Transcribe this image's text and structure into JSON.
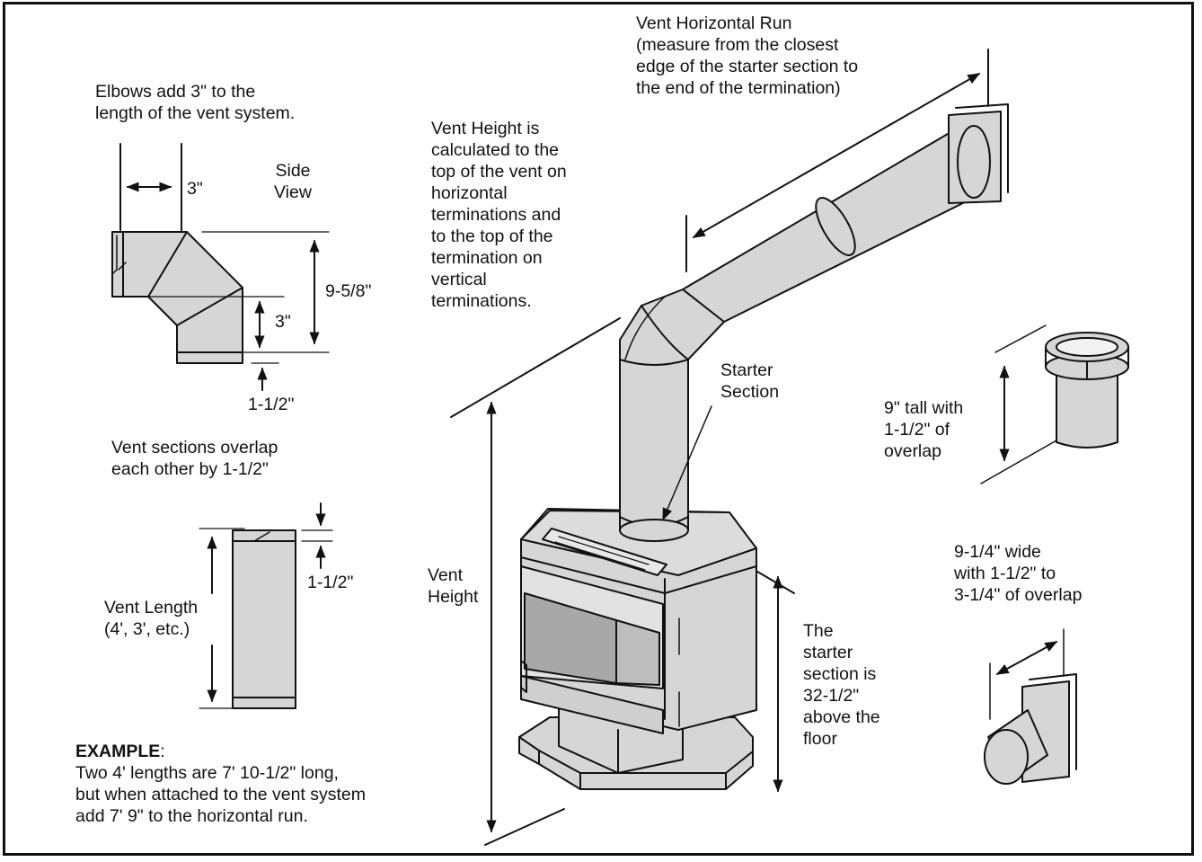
{
  "diagram": {
    "horizontal_run": [
      "Vent Horizontal Run",
      "(measure from the closest",
      "edge of the starter section to",
      "the end of the termination)"
    ],
    "elbows": [
      "Elbows add 3\" to the",
      "length of the vent system."
    ],
    "side_view": [
      "Side",
      "View"
    ],
    "elbow_offset": "3\"",
    "elbow_height": "9-5/8\"",
    "elbow_inner": "3\"",
    "elbow_overlap": "1-1/2\"",
    "vent_height_note": [
      "Vent Height is",
      "calculated to the",
      "top of the vent on",
      "horizontal",
      "terminations and",
      "to the top of the",
      "termination on",
      "vertical",
      "terminations."
    ],
    "starter_section": [
      "Starter",
      "Section"
    ],
    "starter_dims": [
      "9\" tall with",
      "1-1/2\" of",
      "overlap"
    ],
    "overlap_note": [
      "Vent sections overlap",
      "each other by 1-1/2\""
    ],
    "section_overlap": "1-1/2\"",
    "vent_length": [
      "Vent Length",
      "(4', 3', etc.)"
    ],
    "vent_height": [
      "Vent",
      "Height"
    ],
    "starter_height": [
      "The",
      "starter",
      "section is",
      "32-1/2\"",
      "above the",
      "floor"
    ],
    "termination": [
      "9-1/4\" wide",
      "with 1-1/2\" to",
      "3-1/4\" of overlap"
    ],
    "example_heading": "EXAMPLE",
    "example_colon": ":",
    "example_text": [
      "Two 4' lengths are 7' 10-1/2\" long,",
      "but when attached to the vent system",
      "add 7' 9\" to the horizontal run."
    ]
  }
}
